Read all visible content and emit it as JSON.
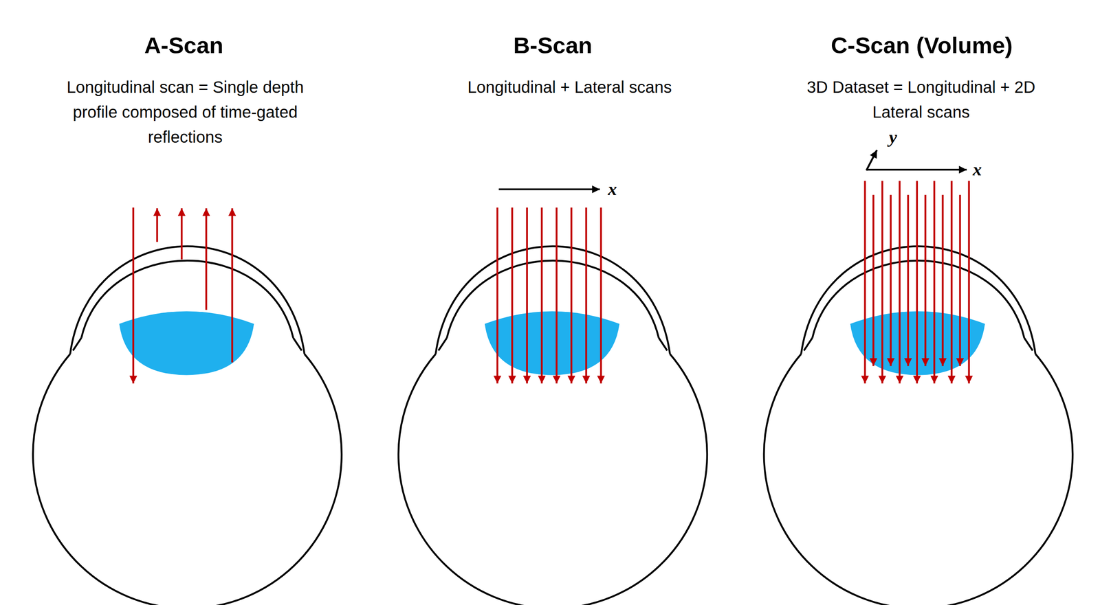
{
  "diagram": {
    "labels": [
      "A-Scan",
      "Longitudinal scan = Single depth profile composed of time-gated reflections",
      "B-Scan",
      "Longitudinal + Lateral scans",
      "x",
      "C-Scan (Volume)",
      "3D Dataset = Longitudinal + 2D Lateral scans",
      "y",
      "x"
    ]
  }
}
